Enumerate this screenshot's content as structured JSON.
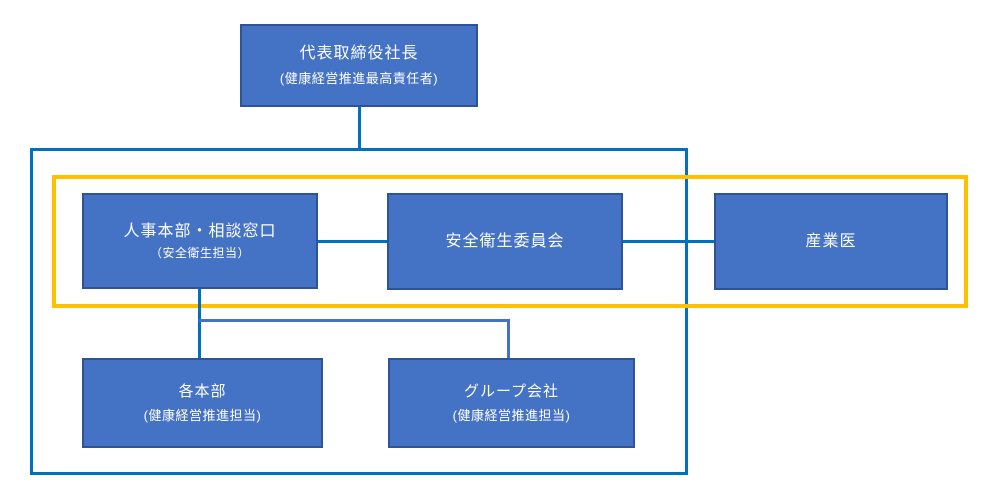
{
  "colors": {
    "frame-blue": "#0070C0",
    "frame-yellow": "#FFC000",
    "connector-blue": "#0070C0",
    "connector-soft-blue": "#4472C4",
    "node-fill": "#4472C4",
    "node-border": "#2F5496",
    "node-text": "#FFFFFF"
  },
  "nodes": {
    "ceo": {
      "title": "代表取締役社長",
      "subtitle": "(健康経営推進最高責任者)"
    },
    "hr": {
      "title": "人事本部・相談窓口",
      "subtitle": "（安全衛生担当）"
    },
    "committee": {
      "title": "安全衛生委員会"
    },
    "physician": {
      "title": "産業医"
    },
    "divisions": {
      "title": "各本部",
      "subtitle": "(健康経営推進担当)"
    },
    "group": {
      "title": "グループ会社",
      "subtitle": "(健康経営推進担当)"
    }
  }
}
